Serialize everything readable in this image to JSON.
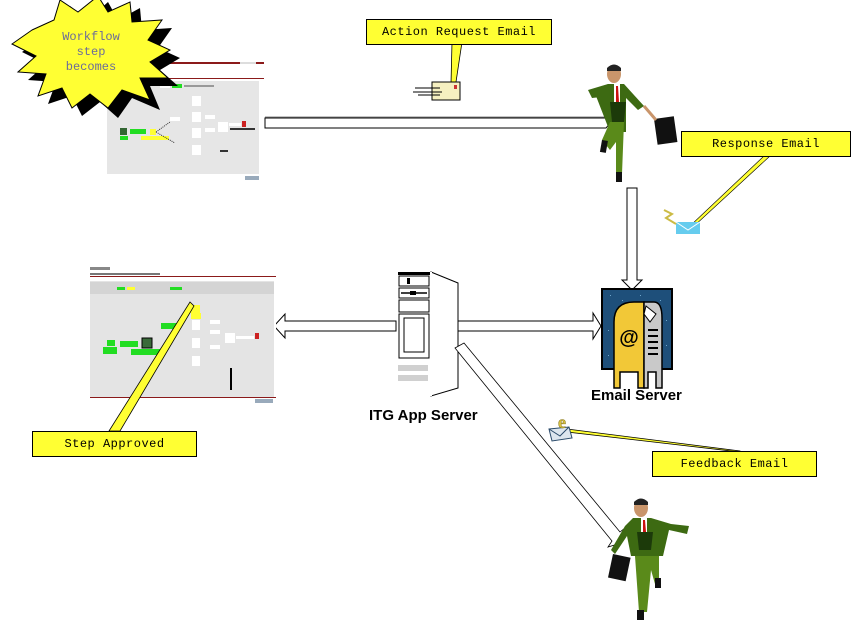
{
  "diagram": {
    "burst_label": [
      "Workflow",
      "step",
      "becomes"
    ],
    "callouts": {
      "action_request": "Action Request Email",
      "response": "Response Email",
      "step_approved": "Step Approved",
      "feedback": "Feedback Email"
    },
    "labels": {
      "app_server": "ITG App Server",
      "email_server": "Email Server"
    },
    "colors": {
      "callout_fill": "#ffff33",
      "burst_fill": "#ffff33",
      "workflow_green": "#22dd22",
      "screen_bg": "#e6e6e6",
      "header_rule": "#8b1a1a",
      "mailbox_blue": "#1e4f7a",
      "mailbox_yellow": "#f2c837",
      "suit_green": "#4a7a1a"
    }
  }
}
